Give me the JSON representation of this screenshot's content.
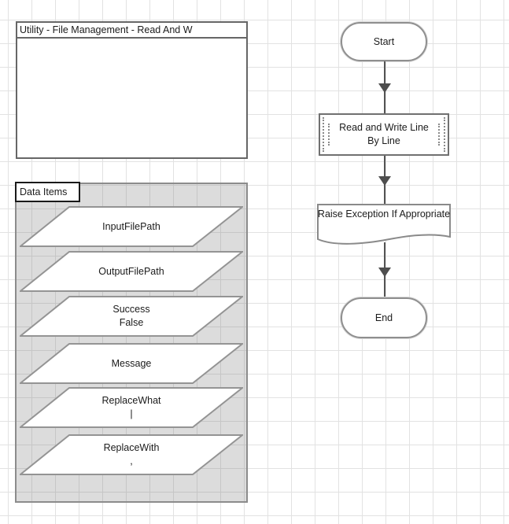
{
  "diagram": {
    "title_box": {
      "title": "Utility - File Management - Read And W"
    },
    "data_items_panel": {
      "label": "Data Items",
      "items": [
        {
          "name": "InputFilePath",
          "value": ""
        },
        {
          "name": "OutputFilePath",
          "value": ""
        },
        {
          "name": "Success",
          "value": "False"
        },
        {
          "name": "Message",
          "value": ""
        },
        {
          "name": "ReplaceWhat",
          "value": "|"
        },
        {
          "name": "ReplaceWith",
          "value": ","
        }
      ]
    },
    "flowchart": {
      "start_label": "Start",
      "page_stage_label": "Read and Write Line By Line",
      "exception_stage_label": "Raise Exception If Appropriate",
      "end_label": "End"
    },
    "colors": {
      "canvas_grid": "#e2e2e2",
      "panel_background": "#dcdcdc",
      "panel_grid": "#c6c6c6",
      "shape_border": "#8f8f8f",
      "connector": "#545454",
      "text": "#1b1b1b"
    }
  }
}
